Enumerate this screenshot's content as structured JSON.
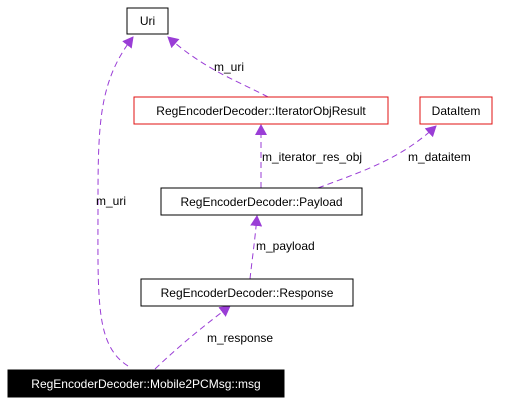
{
  "nodes": {
    "uri": {
      "label": "Uri",
      "border": "#000000",
      "fill": "#ffffff",
      "text": "#000000"
    },
    "iterator_obj_result": {
      "label": "RegEncoderDecoder::IteratorObjResult",
      "border": "#e01010",
      "fill": "#ffffff",
      "text": "#000000"
    },
    "data_item": {
      "label": "DataItem",
      "border": "#e01010",
      "fill": "#ffffff",
      "text": "#000000"
    },
    "payload": {
      "label": "RegEncoderDecoder::Payload",
      "border": "#000000",
      "fill": "#ffffff",
      "text": "#000000"
    },
    "response": {
      "label": "RegEncoderDecoder::Response",
      "border": "#000000",
      "fill": "#ffffff",
      "text": "#000000"
    },
    "mobile2pcmsg": {
      "label": "RegEncoderDecoder::Mobile2PCMsg::msg",
      "border": "#000000",
      "fill": "#000000",
      "text": "#ffffff"
    }
  },
  "edges": {
    "m_uri_from_iterator": "m_uri",
    "m_uri_from_msg": "m_uri",
    "m_iterator_res_obj": "m_iterator_res_obj",
    "m_dataitem": "m_dataitem",
    "m_payload": "m_payload",
    "m_response": "m_response"
  },
  "colors": {
    "edge": "#9a3dd6",
    "arrowhead": "#9a3dd6"
  }
}
